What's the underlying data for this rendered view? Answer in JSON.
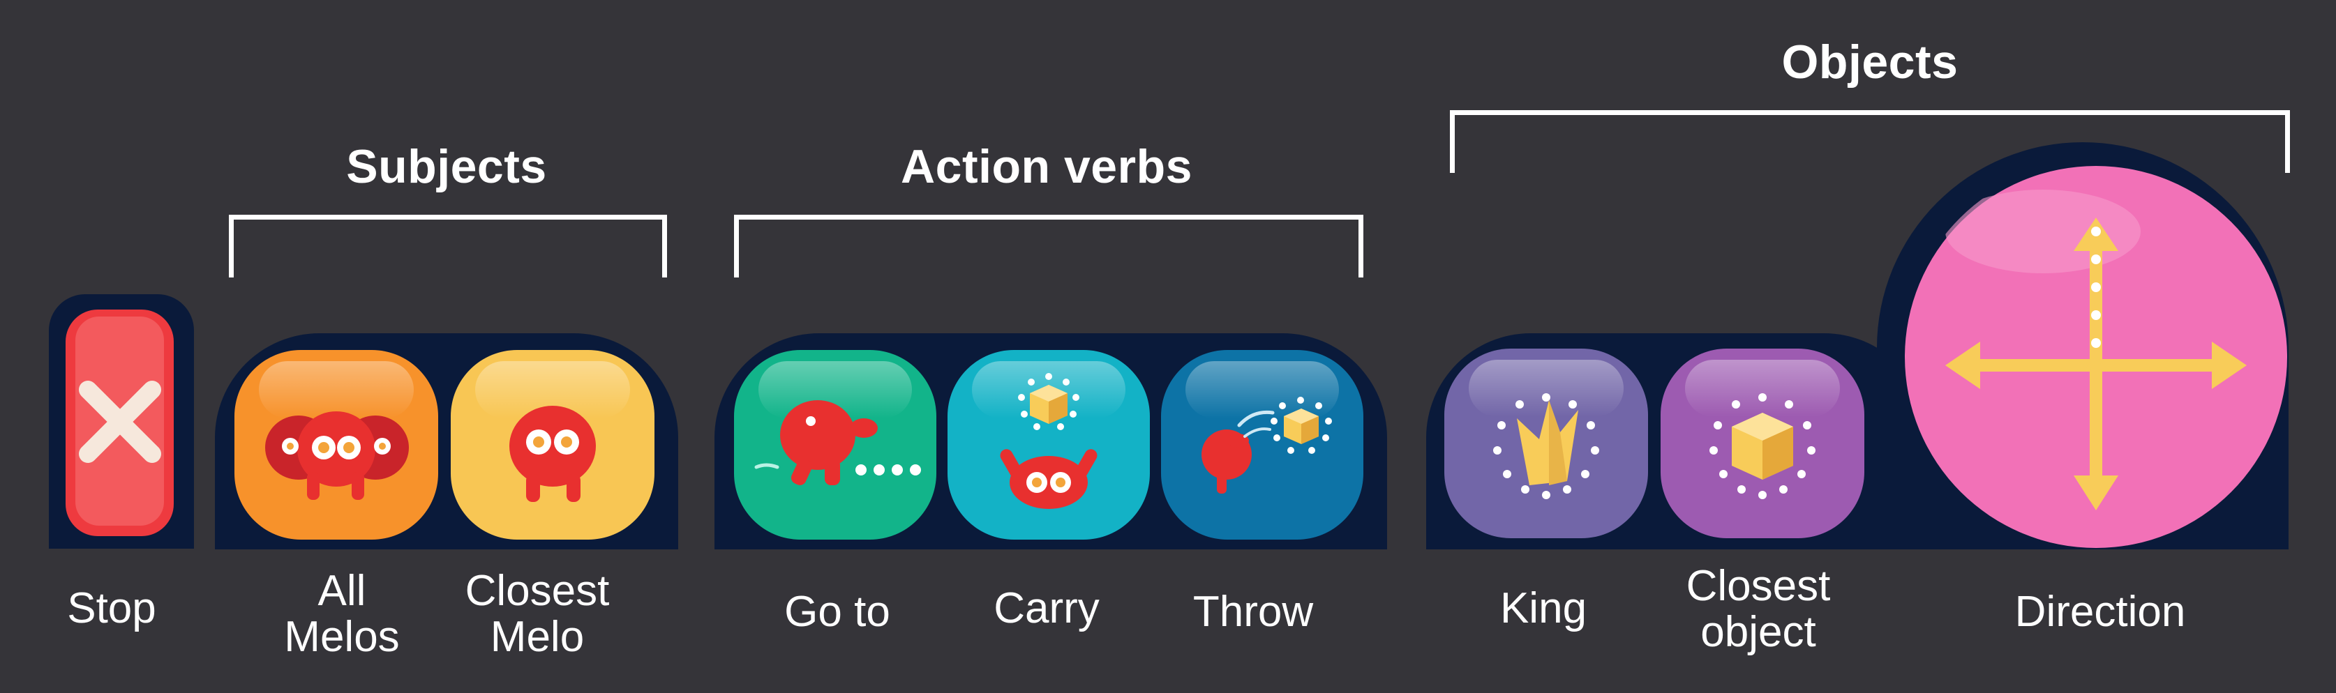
{
  "groups": {
    "subjects": "Subjects",
    "action_verbs": "Action verbs",
    "objects": "Objects"
  },
  "tiles": {
    "stop": {
      "label": "Stop",
      "color": "#ee3a3f",
      "icon": "close-icon"
    },
    "all_melos": {
      "label_line1": "All",
      "label_line2": "Melos",
      "color": "#f7922b",
      "icon": "melo-group-icon"
    },
    "closest_melo": {
      "label_line1": "Closest",
      "label_line2": "Melo",
      "color": "#f8c654",
      "icon": "melo-icon"
    },
    "go_to": {
      "label": "Go to",
      "color": "#12b48a",
      "icon": "walk-icon"
    },
    "carry": {
      "label": "Carry",
      "color": "#13b2c6",
      "icon": "carry-icon"
    },
    "throw": {
      "label": "Throw",
      "color": "#0d73a6",
      "icon": "throw-icon"
    },
    "king": {
      "label": "King",
      "color": "#7266a8",
      "icon": "crown-icon"
    },
    "closest_object": {
      "label_line1": "Closest",
      "label_line2": "object",
      "color": "#9d5bb1",
      "icon": "cube-icon"
    },
    "direction": {
      "label": "Direction",
      "color": "#f271b7",
      "icon": "direction-arrows-icon"
    }
  },
  "colors": {
    "background": "#353439",
    "tray": "#0a1a3a",
    "melo_red": "#e8302f",
    "arrow_yellow": "#f8cc59"
  }
}
